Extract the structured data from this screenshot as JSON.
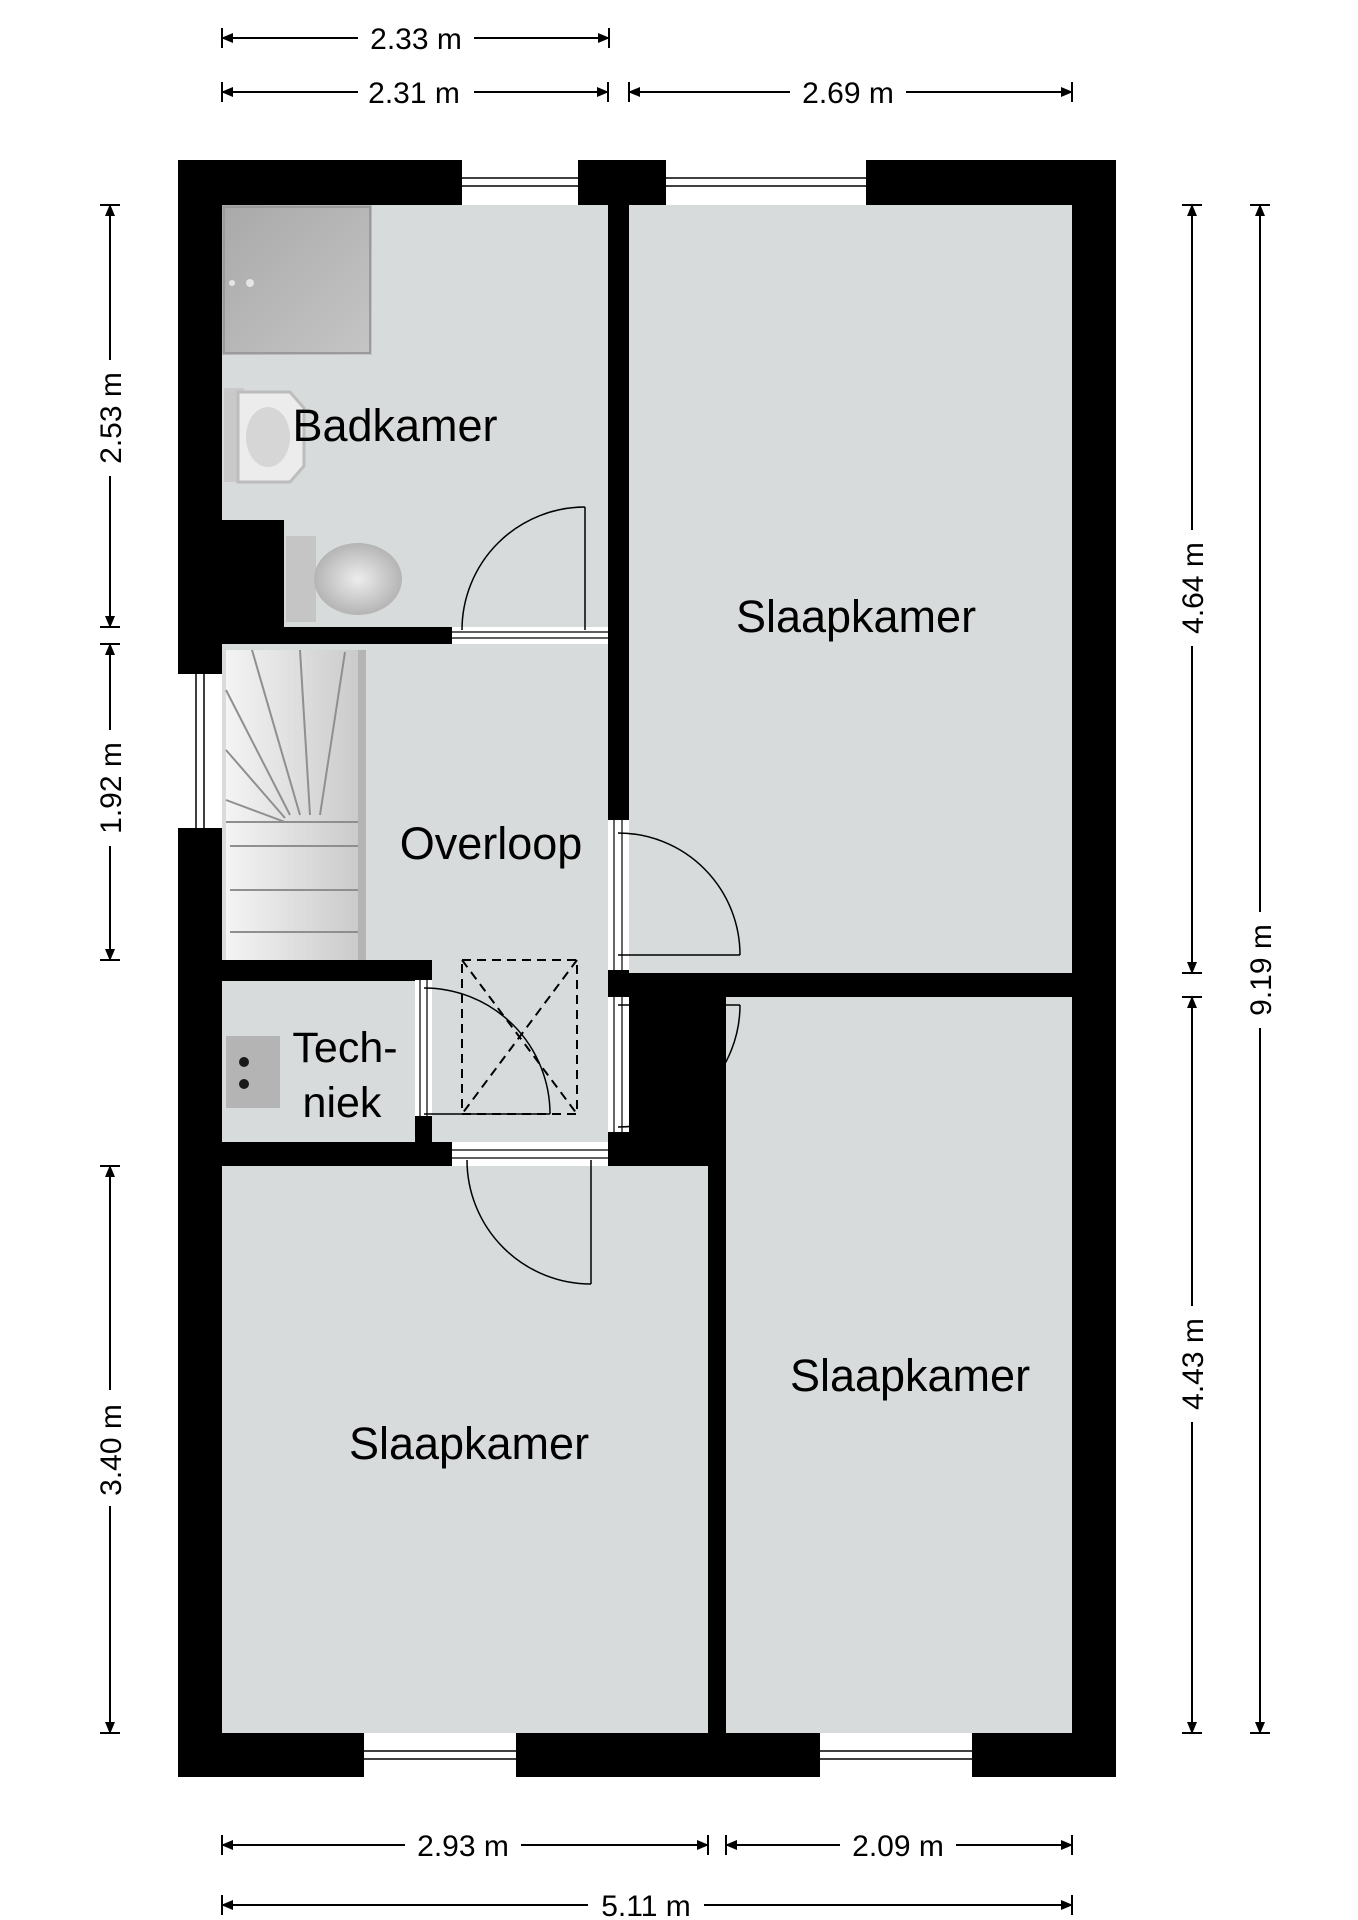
{
  "rooms": {
    "badkamer": "Badkamer",
    "slaapkamer_top": "Slaapkamer",
    "overloop": "Overloop",
    "techniek_1": "Tech-",
    "techniek_2": "niek",
    "slaapkamer_bottom_left": "Slaapkamer",
    "slaapkamer_bottom_right": "Slaapkamer"
  },
  "dimensions": {
    "top_outer": "2.33 m",
    "top_left": "2.31 m",
    "top_right": "2.69 m",
    "left_badkamer": "2.53 m",
    "left_overloop": "1.92 m",
    "left_slaapkamer": "3.40 m",
    "right_upper": "4.64 m",
    "right_lower": "4.43 m",
    "right_total": "9.19 m",
    "bottom_left": "2.93 m",
    "bottom_right": "2.09 m",
    "bottom_total": "5.11 m"
  },
  "colors": {
    "wall": "#000000",
    "floor": "#d8dbdb",
    "fixture": "#b3b3b3"
  }
}
